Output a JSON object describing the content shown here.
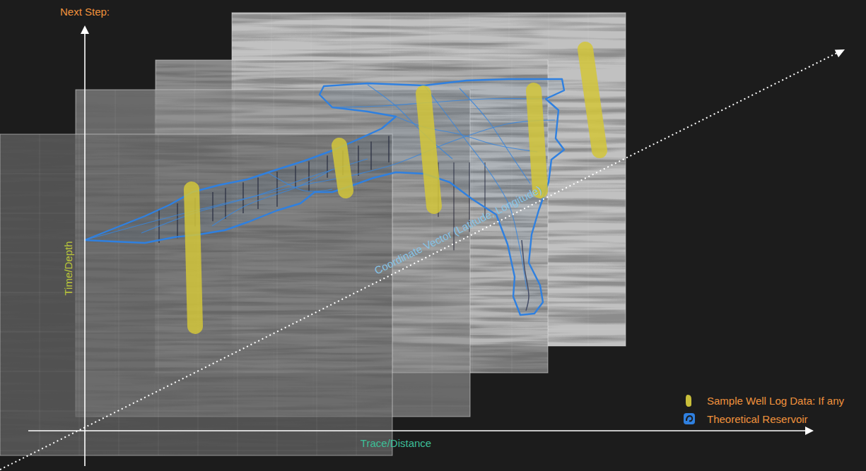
{
  "diagram": {
    "labels": [
      "Next Step:",
      "Time/Depth",
      "Trace/Distance",
      "Coordinate Vector (Latitude, Longitude)"
    ],
    "legend": [
      {
        "text": "Sample Well Log Data: If any",
        "color": "#c9bf3a"
      },
      {
        "text": "Theoretical Reservoir",
        "color": "#2f80e0"
      }
    ]
  }
}
